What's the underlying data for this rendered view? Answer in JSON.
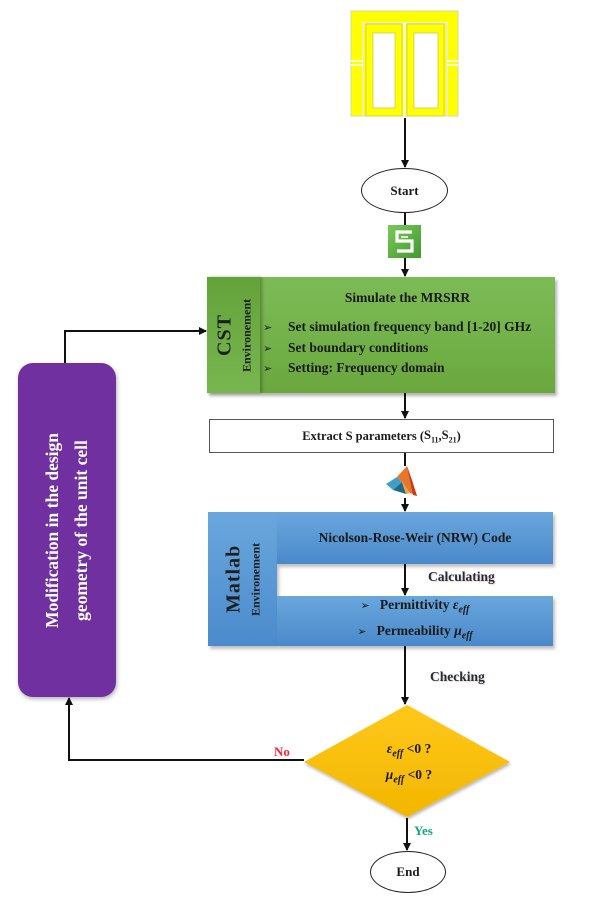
{
  "colors": {
    "cst_block": "#70ad47",
    "matlab_block": "#5b9bd5",
    "modification_block": "#7030a0",
    "decision": "#ffc000",
    "srr_icon": "#ffff00",
    "no_label": "#ff2233",
    "yes_label": "#12a87a"
  },
  "icons": {
    "srr": "srr-unit-cell-icon",
    "cst": "cst-logo-icon",
    "matlab": "matlab-logo-icon",
    "bullet": "arrowhead-bullet-icon"
  },
  "start": {
    "label": "Start"
  },
  "cst_block": {
    "env_title": "CST",
    "env_subtitle": "Environement",
    "heading": "Simulate the MRSRR",
    "bullet_glyph": "➢",
    "bullets": [
      "Set simulation frequency band [1-20] GHz",
      "Set boundary conditions",
      "Setting: Frequency domain"
    ]
  },
  "extract_block": {
    "prefix": "Extract S parameters (",
    "params": [
      {
        "base": "S",
        "sub": "11"
      },
      {
        "base": "S",
        "sub": "21"
      }
    ],
    "separator": ", ",
    "suffix": ")"
  },
  "matlab_block": {
    "env_title": "Matlab",
    "env_subtitle": "Environement",
    "heading": "Nicolson-Rose-Weir (NRW) Code",
    "step_label": "Calculating",
    "bullet_glyph": "➢",
    "outputs": [
      {
        "label": "Permittivity",
        "symbol": "ε",
        "sub": "eff"
      },
      {
        "label": "Permeability",
        "symbol": "μ",
        "sub": "eff"
      }
    ]
  },
  "check_label": "Checking",
  "decision": {
    "conditions": [
      {
        "symbol": "ε",
        "sub": "eff",
        "test": "<0 ?"
      },
      {
        "symbol": "μ",
        "sub": "eff",
        "test": "<0 ?"
      }
    ],
    "no_label": "No",
    "yes_label": "Yes"
  },
  "end": {
    "label": "End"
  },
  "modification_block": {
    "lines": [
      "Modification in the design",
      "geometry of the unit cell"
    ]
  }
}
